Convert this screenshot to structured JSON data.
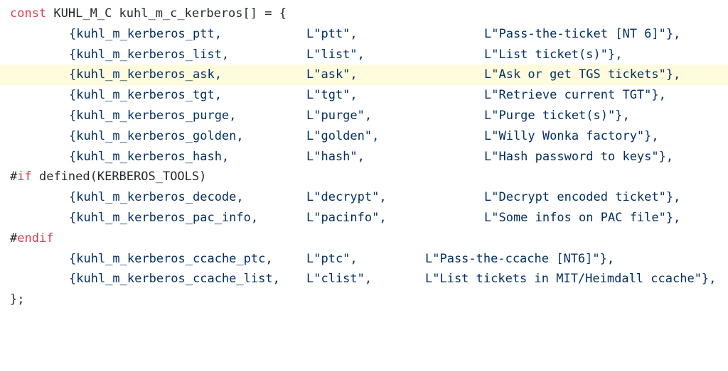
{
  "code": {
    "decl_keyword": "const",
    "decl_rest": " KUHL_M_C kuhl_m_c_kerberos[] = {",
    "entries_a": [
      {
        "func": "{kuhl_m_kerberos_ptt,",
        "cmd": "L\"ptt\",",
        "desc": "L\"Pass-the-ticket [NT 6]\"},"
      },
      {
        "func": "{kuhl_m_kerberos_list,",
        "cmd": "L\"list\",",
        "desc": "L\"List ticket(s)\"},"
      },
      {
        "func": "{kuhl_m_kerberos_ask,",
        "cmd": "L\"ask\",",
        "desc": "L\"Ask or get TGS tickets\"},"
      },
      {
        "func": "{kuhl_m_kerberos_tgt,",
        "cmd": "L\"tgt\",",
        "desc": "L\"Retrieve current TGT\"},"
      },
      {
        "func": "{kuhl_m_kerberos_purge,",
        "cmd": "L\"purge\",",
        "desc": "L\"Purge ticket(s)\"},"
      },
      {
        "func": "{kuhl_m_kerberos_golden,",
        "cmd": "L\"golden\",",
        "desc": "L\"Willy Wonka factory\"},"
      },
      {
        "func": "{kuhl_m_kerberos_hash,",
        "cmd": "L\"hash\",",
        "desc": "L\"Hash password to keys\"},"
      }
    ],
    "if_hash": "#",
    "if_keyword": "if",
    "if_rest": " defined(KERBEROS_TOOLS)",
    "entries_b": [
      {
        "func": "{kuhl_m_kerberos_decode,",
        "cmd": "L\"decrypt\",",
        "desc": "L\"Decrypt encoded ticket\"},"
      },
      {
        "func": "{kuhl_m_kerberos_pac_info,",
        "cmd": "L\"pacinfo\",",
        "desc": "L\"Some infos on PAC file\"},"
      }
    ],
    "endif_hash": "#",
    "endif_keyword": "endif",
    "entries_c": [
      {
        "func": "{kuhl_m_kerberos_ccache_ptc,",
        "cmd": "L\"ptc\",",
        "desc": "L\"Pass-the-ccache [NT6]\"},"
      },
      {
        "func": "{kuhl_m_kerberos_ccache_list,",
        "cmd": "L\"clist\",",
        "desc": "L\"List tickets in MIT/Heimdall ccache\"},"
      }
    ],
    "closing": "};",
    "highlight_color": "#fffbdd",
    "keyword_color": "#d73a49",
    "string_color": "#032f62"
  }
}
